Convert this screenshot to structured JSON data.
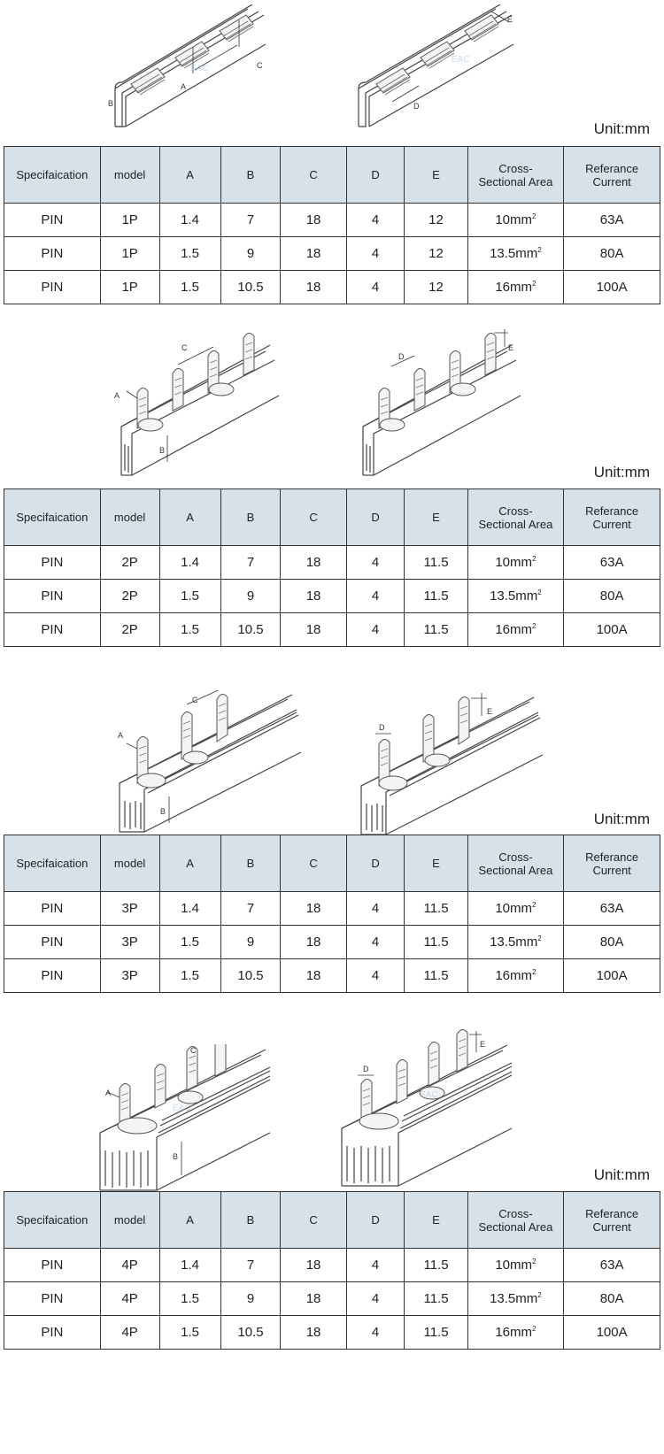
{
  "headers": [
    "Specifaication",
    "model",
    "A",
    "B",
    "C",
    "D",
    "E",
    "Cross-\nSectional Area",
    "Referance\nCurrent"
  ],
  "dimension_letters": {
    "a": "A",
    "b": "B",
    "c": "C",
    "d": "D",
    "e": "E"
  },
  "sections": [
    {
      "unit": "Unit:mm",
      "rows": [
        {
          "spec": "PIN",
          "model": "1P",
          "a": "1.4",
          "b": "7",
          "c": "18",
          "d": "4",
          "e": "12",
          "area": "10mm",
          "area_sup": "2",
          "current": "63A"
        },
        {
          "spec": "PIN",
          "model": "1P",
          "a": "1.5",
          "b": "9",
          "c": "18",
          "d": "4",
          "e": "12",
          "area": "13.5mm",
          "area_sup": "2",
          "current": "80A"
        },
        {
          "spec": "PIN",
          "model": "1P",
          "a": "1.5",
          "b": "10.5",
          "c": "18",
          "d": "4",
          "e": "12",
          "area": "16mm",
          "area_sup": "2",
          "current": "100A"
        }
      ]
    },
    {
      "unit": "Unit:mm",
      "rows": [
        {
          "spec": "PIN",
          "model": "2P",
          "a": "1.4",
          "b": "7",
          "c": "18",
          "d": "4",
          "e": "11.5",
          "area": "10mm",
          "area_sup": "2",
          "current": "63A"
        },
        {
          "spec": "PIN",
          "model": "2P",
          "a": "1.5",
          "b": "9",
          "c": "18",
          "d": "4",
          "e": "11.5",
          "area": "13.5mm",
          "area_sup": "2",
          "current": "80A"
        },
        {
          "spec": "PIN",
          "model": "2P",
          "a": "1.5",
          "b": "10.5",
          "c": "18",
          "d": "4",
          "e": "11.5",
          "area": "16mm",
          "area_sup": "2",
          "current": "100A"
        }
      ]
    },
    {
      "unit": "Unit:mm",
      "rows": [
        {
          "spec": "PIN",
          "model": "3P",
          "a": "1.4",
          "b": "7",
          "c": "18",
          "d": "4",
          "e": "11.5",
          "area": "10mm",
          "area_sup": "2",
          "current": "63A"
        },
        {
          "spec": "PIN",
          "model": "3P",
          "a": "1.5",
          "b": "9",
          "c": "18",
          "d": "4",
          "e": "11.5",
          "area": "13.5mm",
          "area_sup": "2",
          "current": "80A"
        },
        {
          "spec": "PIN",
          "model": "3P",
          "a": "1.5",
          "b": "10.5",
          "c": "18",
          "d": "4",
          "e": "11.5",
          "area": "16mm",
          "area_sup": "2",
          "current": "100A"
        }
      ]
    },
    {
      "unit": "Unit:mm",
      "rows": [
        {
          "spec": "PIN",
          "model": "4P",
          "a": "1.4",
          "b": "7",
          "c": "18",
          "d": "4",
          "e": "11.5",
          "area": "10mm",
          "area_sup": "2",
          "current": "63A"
        },
        {
          "spec": "PIN",
          "model": "4P",
          "a": "1.5",
          "b": "9",
          "c": "18",
          "d": "4",
          "e": "11.5",
          "area": "13.5mm",
          "area_sup": "2",
          "current": "80A"
        },
        {
          "spec": "PIN",
          "model": "4P",
          "a": "1.5",
          "b": "10.5",
          "c": "18",
          "d": "4",
          "e": "11.5",
          "area": "16mm",
          "area_sup": "2",
          "current": "100A"
        }
      ]
    }
  ]
}
